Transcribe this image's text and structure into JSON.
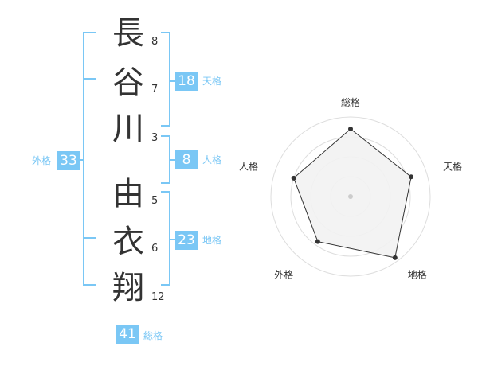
{
  "name": {
    "chars": [
      {
        "char": "長",
        "strokes": "8"
      },
      {
        "char": "谷",
        "strokes": "7"
      },
      {
        "char": "川",
        "strokes": "3"
      },
      {
        "char": "由",
        "strokes": "5"
      },
      {
        "char": "衣",
        "strokes": "6"
      },
      {
        "char": "翔",
        "strokes": "12"
      }
    ]
  },
  "grades": {
    "tenkaku": {
      "value": "18",
      "label": "天格"
    },
    "jinkaku": {
      "value": "8",
      "label": "人格"
    },
    "chikaku": {
      "value": "23",
      "label": "地格"
    },
    "gaikaku": {
      "value": "33",
      "label": "外格"
    },
    "soukaku": {
      "value": "41",
      "label": "総格"
    }
  },
  "colors": {
    "accent": "#7ac7f5",
    "text": "#333333",
    "radar_fill": "#f2f2f2",
    "radar_grid": "#dddddd"
  },
  "chart_data": {
    "type": "radar",
    "axes": [
      "総格",
      "天格",
      "地格",
      "外格",
      "人格"
    ],
    "values": [
      0.85,
      0.8,
      0.95,
      0.7,
      0.75
    ],
    "rings": 4
  }
}
